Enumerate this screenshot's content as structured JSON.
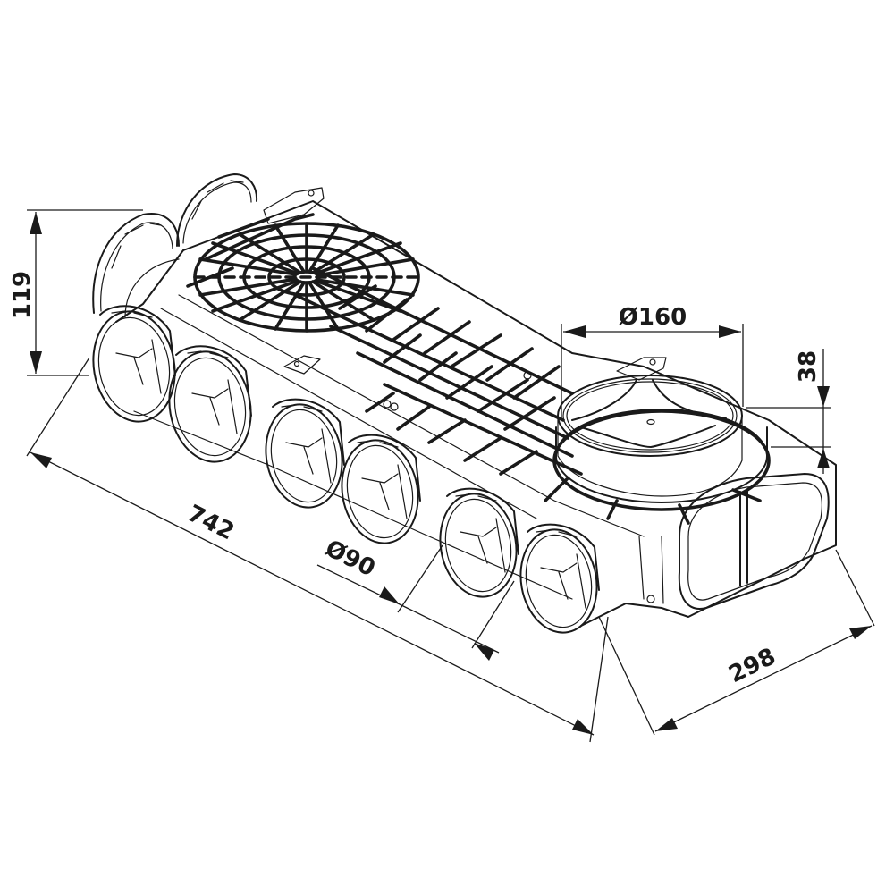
{
  "drawing": {
    "subject": "Ventilation plenum box with circular duct ports",
    "colors": {
      "line": "#1a1a1a",
      "background": "#ffffff"
    },
    "dimensions": {
      "height": {
        "label": "119",
        "orientation": "vertical",
        "position": "left"
      },
      "length": {
        "label": "742",
        "orientation": "diagonal",
        "position": "front-bottom"
      },
      "port_diameter": {
        "label": "Ø90",
        "orientation": "diagonal",
        "position": "front-bottom"
      },
      "top_outlet_diameter": {
        "label": "Ø160",
        "orientation": "horizontal",
        "position": "top-right"
      },
      "outlet_height": {
        "label": "38",
        "orientation": "vertical",
        "position": "right"
      },
      "width": {
        "label": "298",
        "orientation": "diagonal",
        "position": "bottom-right"
      }
    },
    "components": {
      "front_ports": {
        "count": 6,
        "diameter": "Ø90"
      },
      "rear_ports": {
        "count": 2
      },
      "top_outlet": {
        "diameter": "Ø160"
      },
      "top_grid_disc": {
        "rings": 4,
        "spokes": 16
      },
      "end_outlet": {
        "type": "oval",
        "divided": true
      }
    }
  }
}
